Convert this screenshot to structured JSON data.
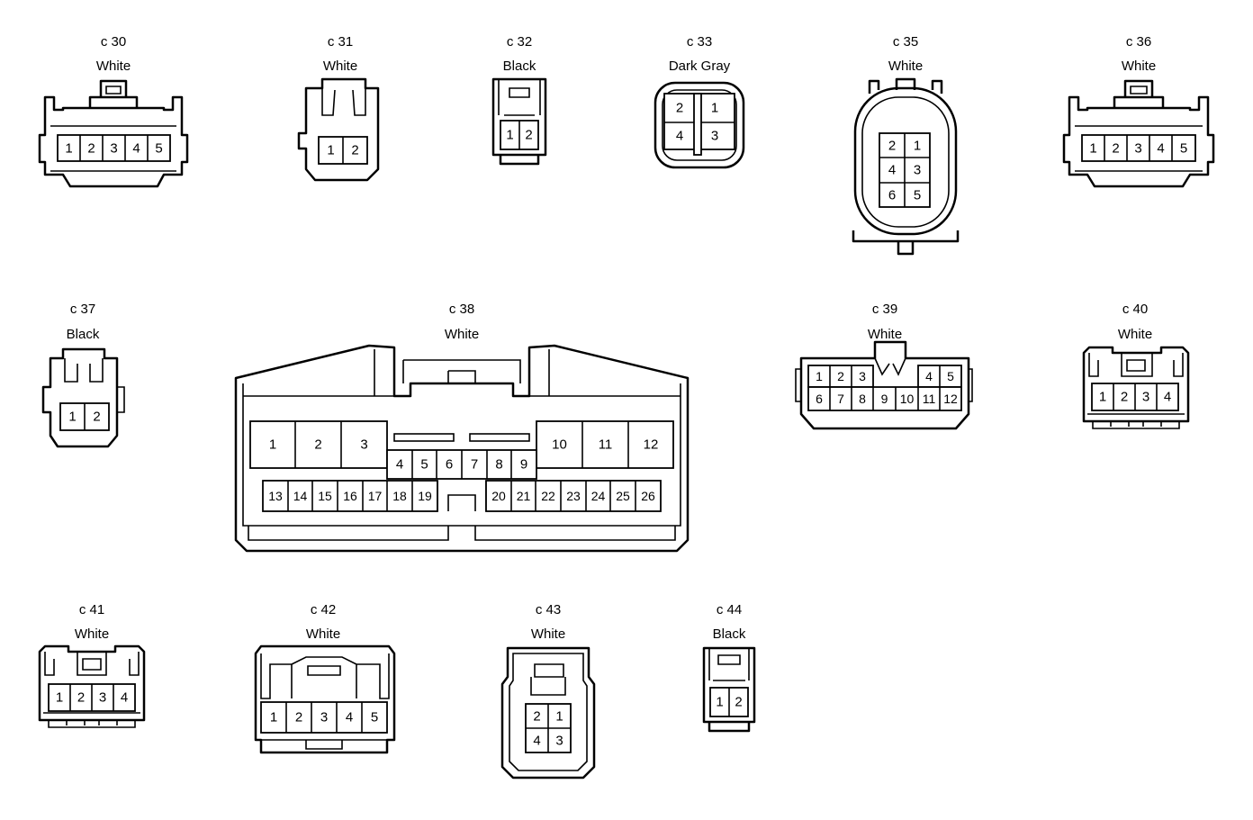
{
  "connectors": {
    "c30": {
      "code": "c 30",
      "color": "White",
      "pins": [
        "1",
        "2",
        "3",
        "4",
        "5"
      ]
    },
    "c31": {
      "code": "c 31",
      "color": "White",
      "pins": [
        "1",
        "2"
      ]
    },
    "c32": {
      "code": "c 32",
      "color": "Black",
      "pins": [
        "1",
        "2"
      ]
    },
    "c33": {
      "code": "c 33",
      "color": "Dark Gray",
      "pins": [
        "2",
        "1",
        "4",
        "3"
      ]
    },
    "c35": {
      "code": "c 35",
      "color": "White",
      "pins": [
        "2",
        "1",
        "4",
        "3",
        "6",
        "5"
      ]
    },
    "c36": {
      "code": "c 36",
      "color": "White",
      "pins": [
        "1",
        "2",
        "3",
        "4",
        "5"
      ]
    },
    "c37": {
      "code": "c 37",
      "color": "Black",
      "pins": [
        "1",
        "2"
      ]
    },
    "c38": {
      "code": "c 38",
      "color": "White",
      "pins": [
        "1",
        "2",
        "3",
        "4",
        "5",
        "6",
        "7",
        "8",
        "9",
        "10",
        "11",
        "12",
        "13",
        "14",
        "15",
        "16",
        "17",
        "18",
        "19",
        "20",
        "21",
        "22",
        "23",
        "24",
        "25",
        "26"
      ]
    },
    "c39": {
      "code": "c 39",
      "color": "White",
      "pins": [
        "1",
        "2",
        "3",
        "4",
        "5",
        "6",
        "7",
        "8",
        "9",
        "10",
        "11",
        "12"
      ]
    },
    "c40": {
      "code": "c 40",
      "color": "White",
      "pins": [
        "1",
        "2",
        "3",
        "4"
      ]
    },
    "c41": {
      "code": "c 41",
      "color": "White",
      "pins": [
        "1",
        "2",
        "3",
        "4"
      ]
    },
    "c42": {
      "code": "c 42",
      "color": "White",
      "pins": [
        "1",
        "2",
        "3",
        "4",
        "5"
      ]
    },
    "c43": {
      "code": "c 43",
      "color": "White",
      "pins": [
        "2",
        "1",
        "4",
        "3"
      ]
    },
    "c44": {
      "code": "c 44",
      "color": "Black",
      "pins": [
        "1",
        "2"
      ]
    }
  }
}
